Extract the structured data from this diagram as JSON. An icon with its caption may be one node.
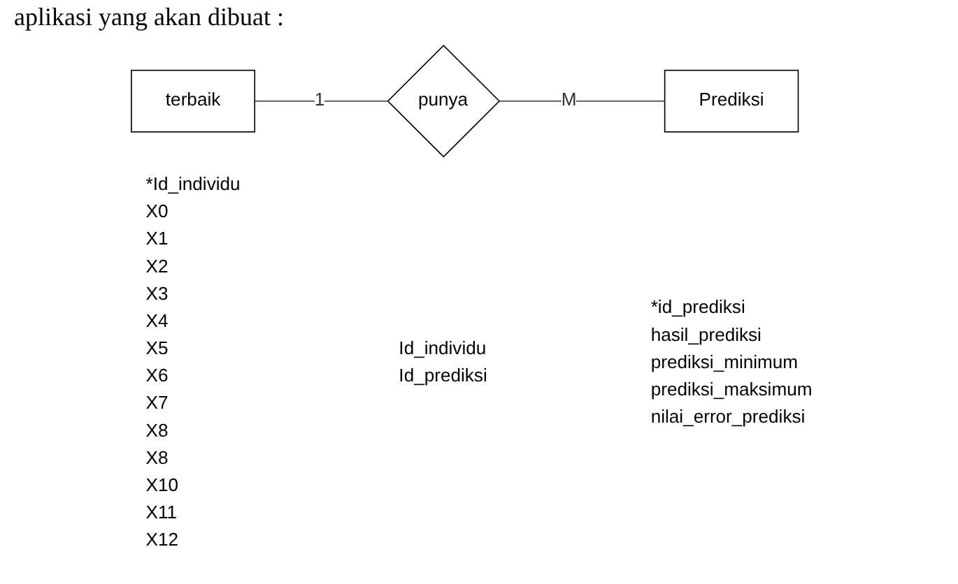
{
  "diagram": {
    "nodes": [
      {
        "text": [
          "terbaik"
        ],
        "beside": [
          "*Id_individu",
          "X0",
          "X1",
          "X2",
          "X3",
          "X4",
          "X5",
          "X6",
          "X7",
          "X8",
          "X8",
          "X10",
          "X11",
          "X12"
        ]
      },
      {
        "text": [
          "punya"
        ],
        "beside": [
          "Id_individu",
          "Id_prediksi"
        ]
      },
      {
        "text": [
          "Prediksi"
        ],
        "beside": [
          "*id_prediksi",
          "hasil_prediksi",
          "prediksi_minimum",
          "prediksi_maksimum",
          "nilai_error_prediksi"
        ]
      }
    ],
    "edges": [
      {
        "from": 0,
        "to": 1,
        "arrow": "none",
        "label": "1"
      },
      {
        "from": 1,
        "to": 2,
        "arrow": "none",
        "label": "M"
      }
    ],
    "labels": [
      "aplikasi yang akan dibuat :"
    ]
  }
}
